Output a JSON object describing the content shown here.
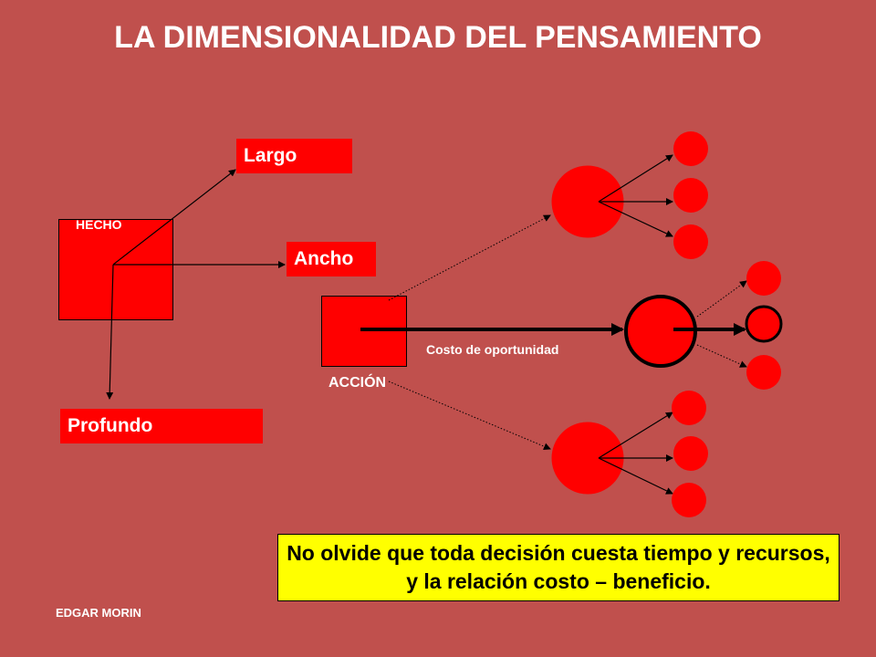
{
  "title": "LA DIMENSIONALIDAD DEL PENSAMIENTO",
  "hecho": {
    "label": "HECHO"
  },
  "dimensions": {
    "largo": "Largo",
    "ancho": "Ancho",
    "profundo": "Profundo"
  },
  "accion": {
    "label": "ACCIÓN"
  },
  "costo_label": "Costo de oportunidad",
  "note": "No olvide  que toda decisión cuesta tiempo y recursos, y la relación costo – beneficio.",
  "author": "EDGAR MORIN",
  "colors": {
    "background": "#c0504d",
    "node": "#ff0000",
    "note": "#ffff00"
  }
}
